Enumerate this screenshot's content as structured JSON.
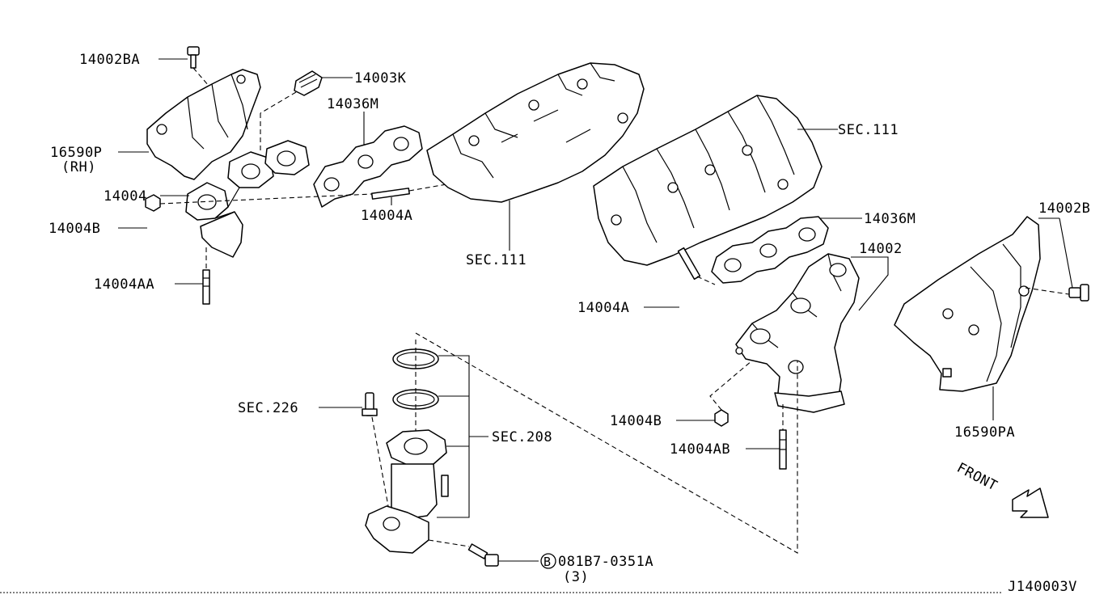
{
  "labels": {
    "p14002BA": "14002BA",
    "p14003K": "14003K",
    "p14036M_left": "14036M",
    "p16590P": "16590P",
    "p16590P_side": "(RH)",
    "p14004_left": "14004",
    "p14004B_left": "14004B",
    "p14004A_left": "14004A",
    "p14004AA": "14004AA",
    "sec111_left": "SEC.111",
    "sec111_right": "SEC.111",
    "p14036M_right": "14036M",
    "p14002": "14002",
    "p14002B": "14002B",
    "p14004A_right": "14004A",
    "p14004B_right": "14004B",
    "p14004AB": "14004AB",
    "p16590PA": "16590PA",
    "sec226": "SEC.226",
    "sec208": "SEC.208",
    "bolt_circle": "B",
    "bolt_part": "081B7-0351A",
    "bolt_qty": "(3)",
    "front": "FRONT",
    "diagram_id": "J140003V"
  }
}
